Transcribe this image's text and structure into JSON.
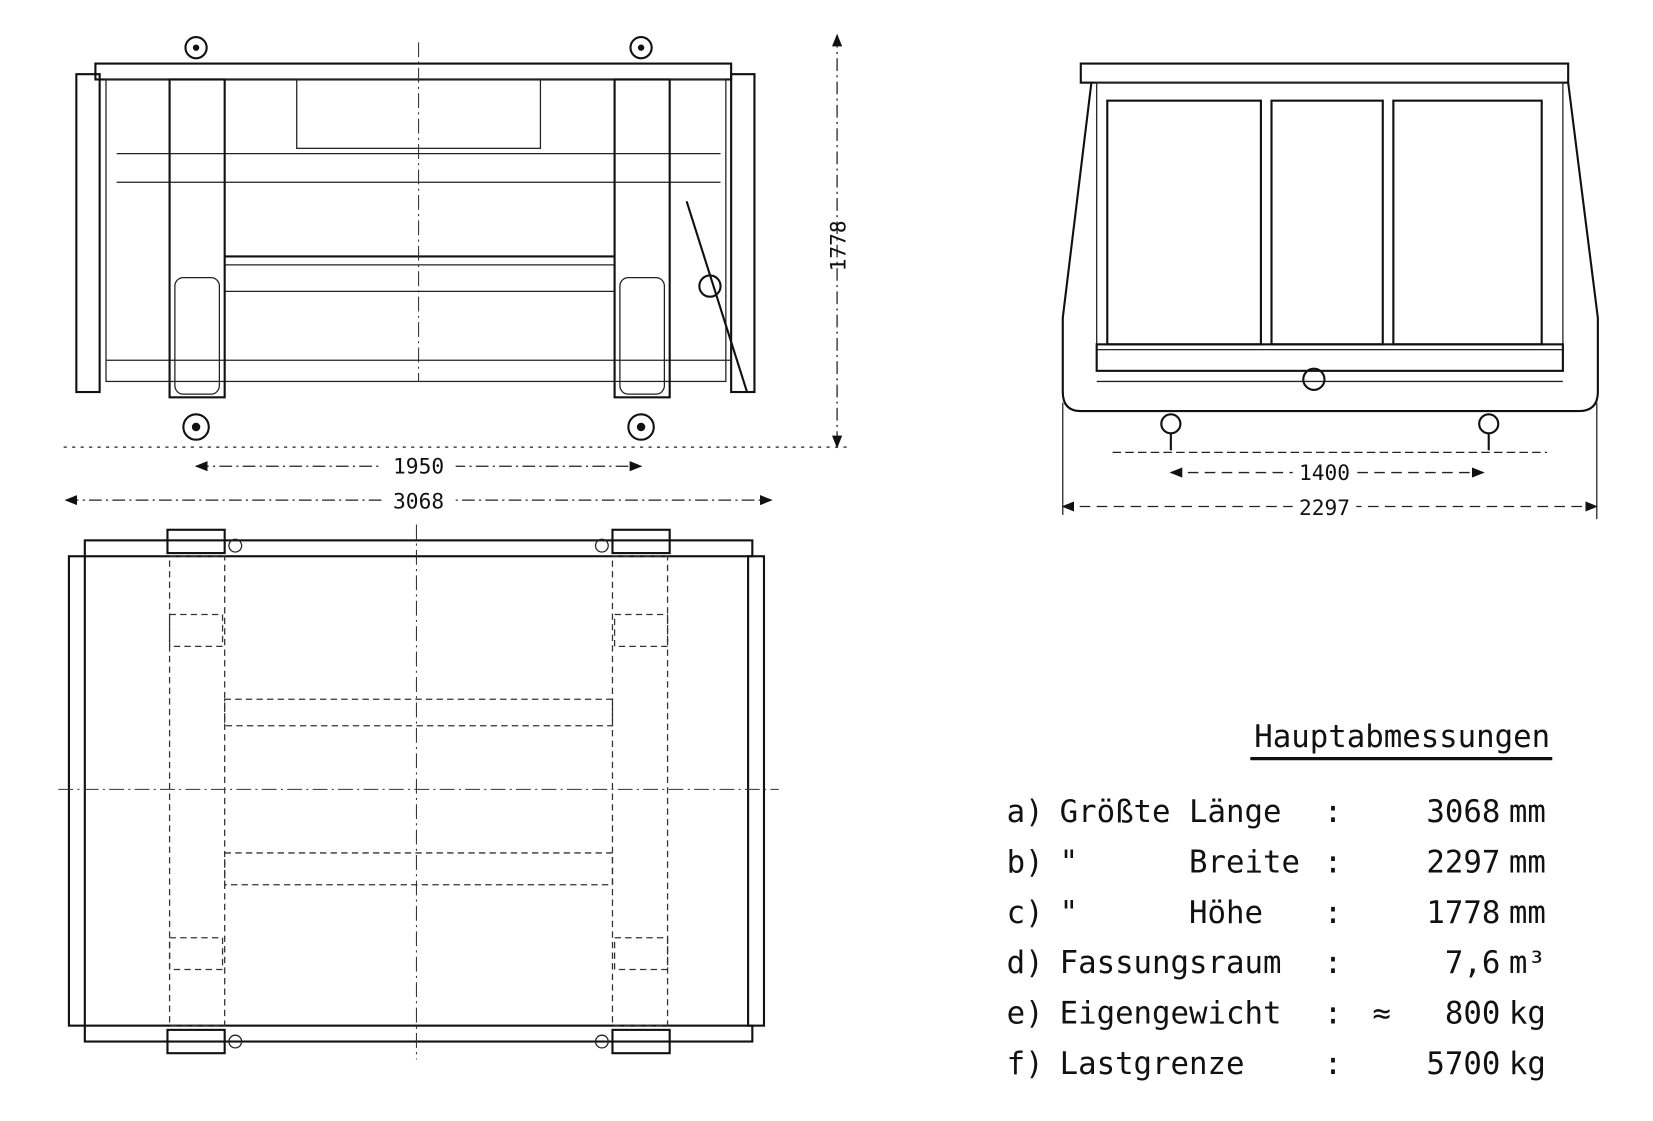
{
  "front_view": {
    "dim_height": "1778",
    "dim_wheelbase": "1950",
    "dim_length": "3068"
  },
  "side_view": {
    "dim_track": "1400",
    "dim_width": "2297"
  },
  "table": {
    "title": "Hauptabmessungen",
    "rows": [
      {
        "key": "a)",
        "label": "Größte Länge",
        "colon": ":",
        "approx": "",
        "value": "3068",
        "unit": "mm"
      },
      {
        "key": "b)",
        "label": "\"      Breite",
        "colon": ":",
        "approx": "",
        "value": "2297",
        "unit": "mm"
      },
      {
        "key": "c)",
        "label": "\"      Höhe",
        "colon": ":",
        "approx": "",
        "value": "1778",
        "unit": "mm"
      },
      {
        "key": "d)",
        "label": "Fassungsraum",
        "colon": ":",
        "approx": "",
        "value": "7,6",
        "unit": "m³"
      },
      {
        "key": "e)",
        "label": "Eigengewicht",
        "colon": ":",
        "approx": "≈",
        "value": "800",
        "unit": "kg"
      },
      {
        "key": "f)",
        "label": "Lastgrenze",
        "colon": ":",
        "approx": "",
        "value": "5700",
        "unit": "kg"
      }
    ]
  }
}
